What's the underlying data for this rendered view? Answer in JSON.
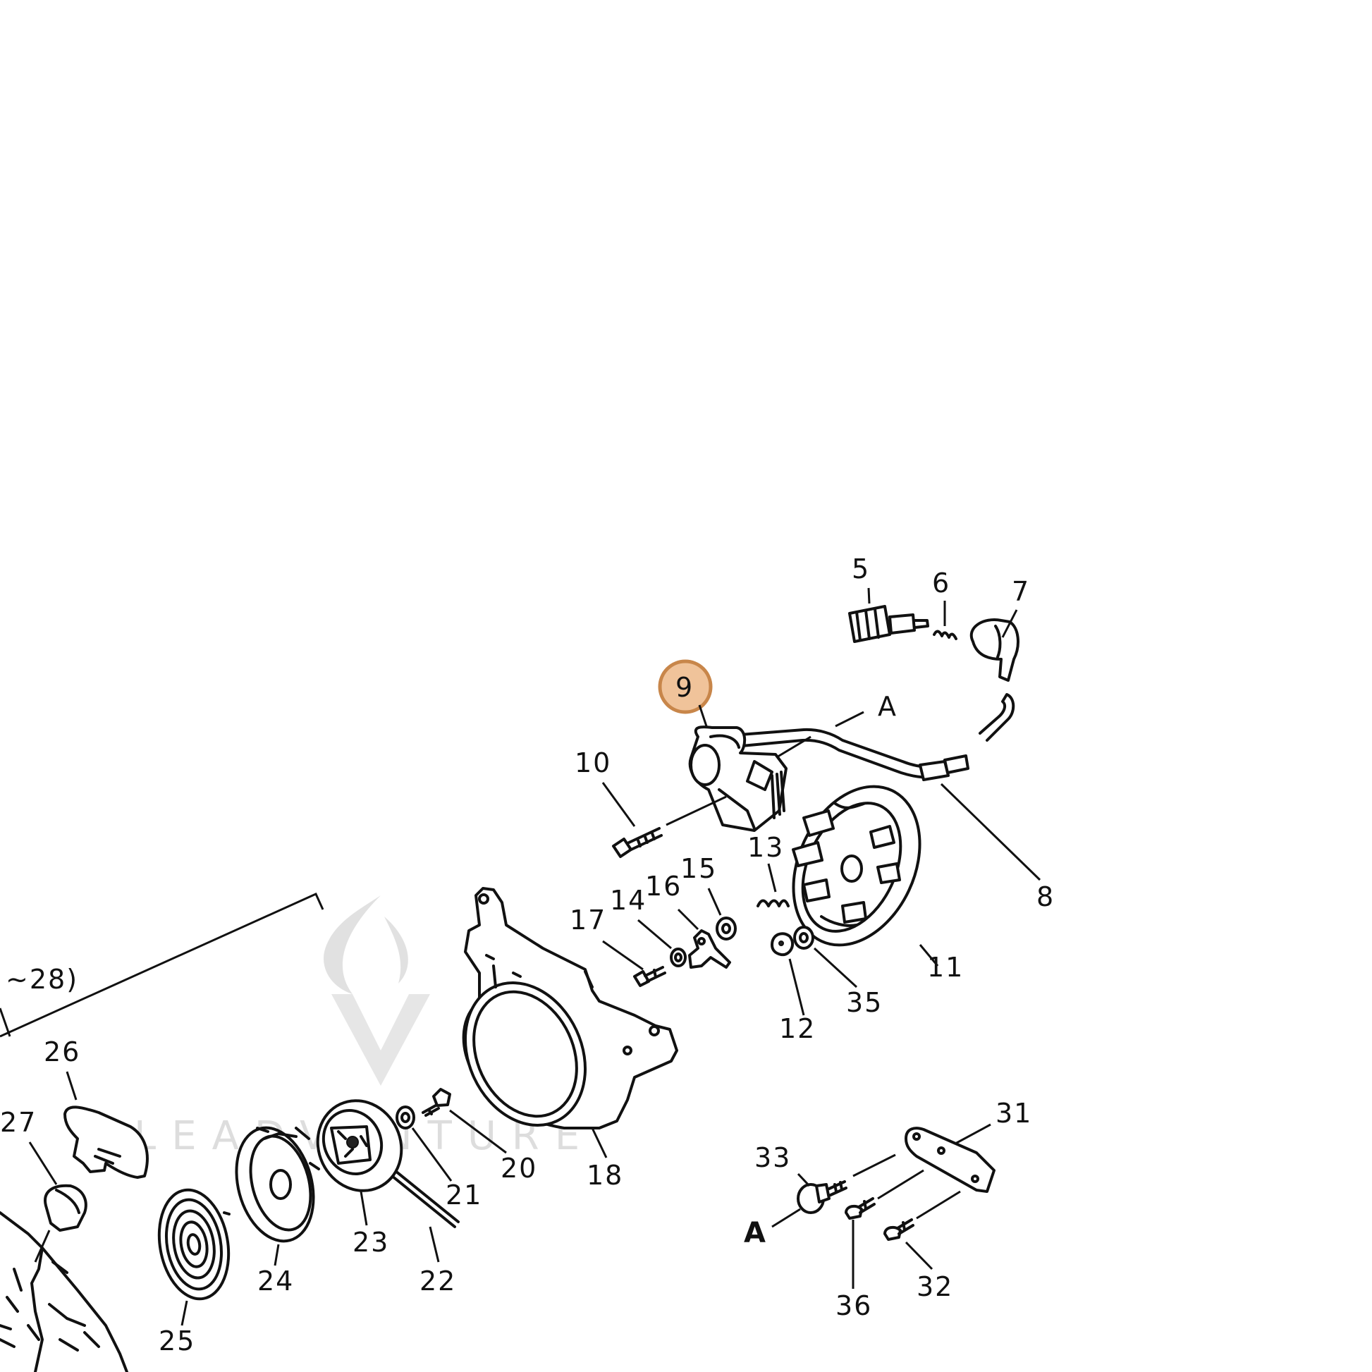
{
  "highlight": {
    "label": "9",
    "color": "#F0C39A",
    "border": "#C8864A"
  },
  "callouts": {
    "c5": "5",
    "c6": "6",
    "c7": "7",
    "c8": "8",
    "c9": "9",
    "c10": "10",
    "c11": "11",
    "c12": "12",
    "c13": "13",
    "c14": "14",
    "c15": "15",
    "c16": "16",
    "c17": "17",
    "c18": "18",
    "c20": "20",
    "c21": "21",
    "c22": "22",
    "c23": "23",
    "c24": "24",
    "c25": "25",
    "c26": "26",
    "c27": "27",
    "c31": "31",
    "c32": "32",
    "c33": "33",
    "c35": "35",
    "c36": "36",
    "group_range": "~28)",
    "refA_top": "A",
    "refA_bottom": "A"
  },
  "watermark": {
    "text": "LEADVENTURE"
  }
}
